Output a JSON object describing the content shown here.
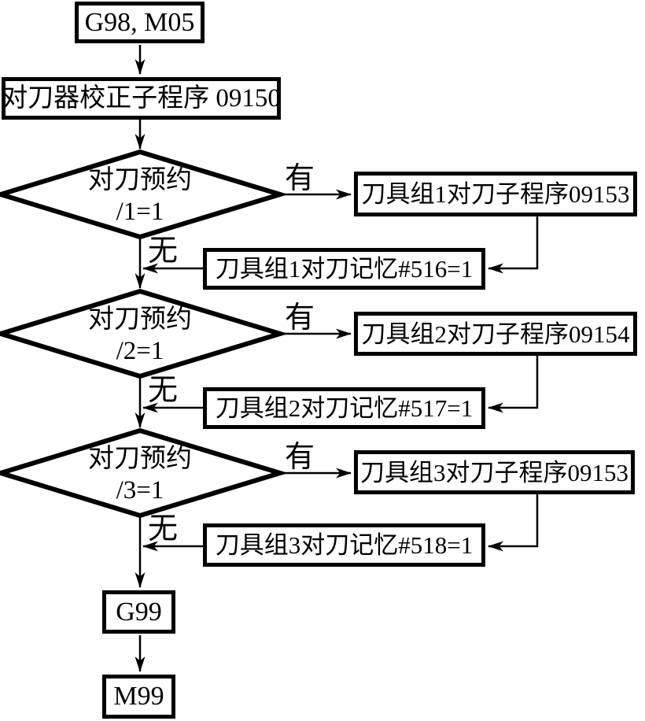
{
  "colors": {
    "line": "#000000",
    "background": "#ffffff",
    "box_fill": "#ffffff"
  },
  "flowchart": {
    "start": "G98, M05",
    "calibration": "对刀器校正子程序 09150",
    "decisions": [
      {
        "cond_line1": "对刀预约",
        "cond_line2": "/1=1",
        "yes": "有",
        "no": "无",
        "subprogram": "刀具组1对刀子程序09153",
        "memory": "刀具组1对刀记忆#516=1"
      },
      {
        "cond_line1": "对刀预约",
        "cond_line2": "/2=1",
        "yes": "有",
        "no": "无",
        "subprogram": "刀具组2对刀子程序09154",
        "memory": "刀具组2对刀记忆#517=1"
      },
      {
        "cond_line1": "对刀预约",
        "cond_line2": "/3=1",
        "yes": "有",
        "no": "无",
        "subprogram": "刀具组3对刀子程序09153",
        "memory": "刀具组3对刀记忆#518=1"
      }
    ],
    "g99": "G99",
    "m99": "M99"
  }
}
